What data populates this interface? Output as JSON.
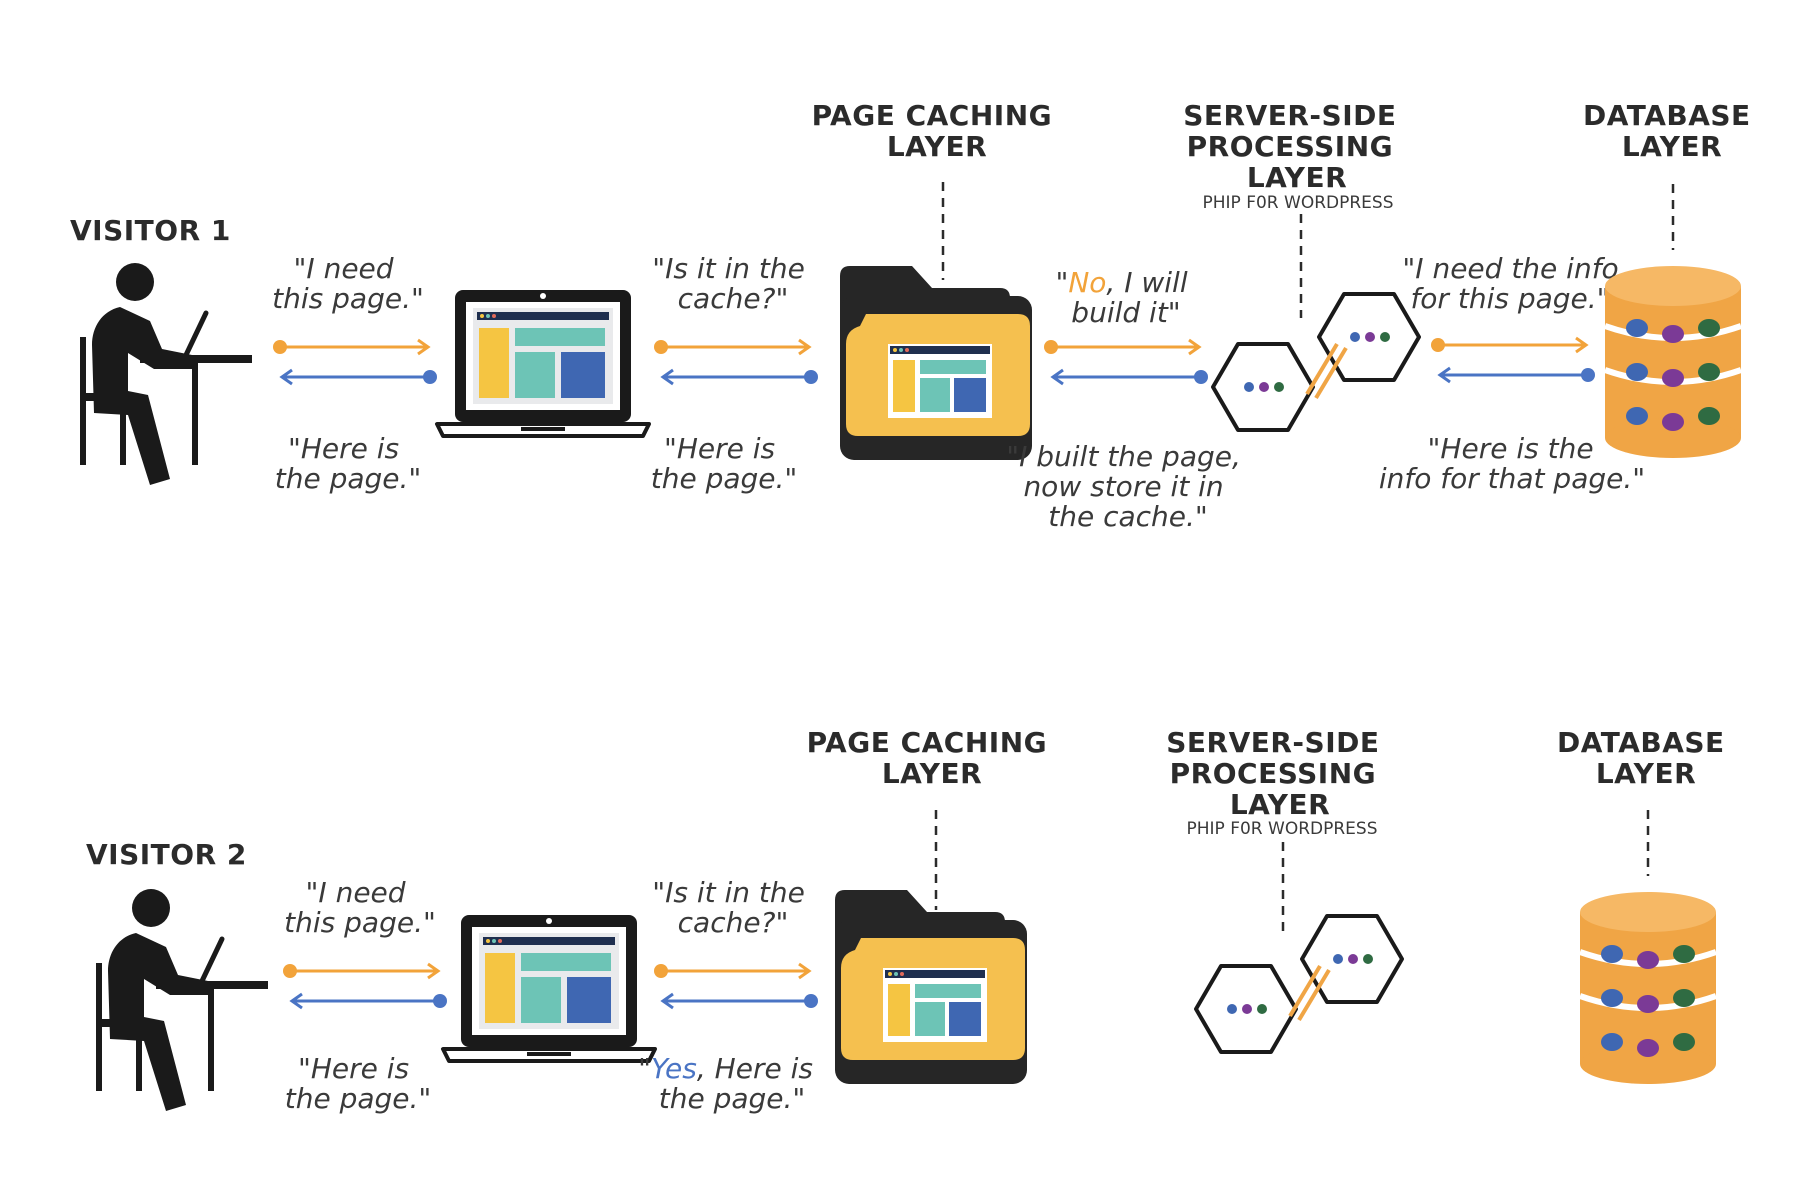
{
  "colors": {
    "orange": "#f2a33a",
    "blue": "#4a74c4",
    "dark": "#1a1a1a",
    "folder_yellow": "#f5c04f",
    "db_orange": "#f0a545",
    "teal": "#6dc4b6",
    "purple": "#7b3a96",
    "green": "#2f6b42",
    "screen_yellow": "#f5c542",
    "screen_blue": "#3f67b2"
  },
  "rows": [
    {
      "visitor": "VISITOR 1",
      "q1": [
        "\"I need",
        "this page.\""
      ],
      "a1": [
        "\"Here is",
        "the page.\""
      ],
      "q2": [
        "\"Is it in the",
        "cache?\""
      ],
      "a2_pre": "\"",
      "a2_hl": "",
      "a2_rest": "Here is",
      "a2_line2": "the page.\"",
      "cache_title": [
        "PAGE CACHING",
        "LAYER"
      ],
      "server_title": [
        "SERVER-SIDE",
        "PROCESSING",
        "LAYER"
      ],
      "server_sub": "PHIP F0R WORDPRESS",
      "db_title": [
        "DATABASE",
        "LAYER"
      ],
      "q3_pre": "\"",
      "q3_hl": "No",
      "q3_rest": ", I will",
      "q3_line2": "build it\"",
      "a3": [
        "\"I built the page,",
        "now store it in",
        "the cache.\""
      ],
      "q4": [
        "\"I need the info",
        "for this page.\""
      ],
      "a4": [
        "\"Here is the",
        "info for that page.\""
      ]
    },
    {
      "visitor": "VISITOR 2",
      "q1": [
        "\"I need",
        "this page.\""
      ],
      "a1": [
        "\"Here is",
        "the page.\""
      ],
      "q2": [
        "\"Is it in the",
        "cache?\""
      ],
      "a2_pre": "\"",
      "a2_hl": "Yes",
      "a2_rest": ", Here is",
      "a2_line2": "the page.\"",
      "cache_title": [
        "PAGE CACHING",
        "LAYER"
      ],
      "server_title": [
        "SERVER-SIDE",
        "PROCESSING",
        "LAYER"
      ],
      "server_sub": "PHIP F0R WORDPRESS",
      "db_title": [
        "DATABASE",
        "LAYER"
      ]
    }
  ]
}
